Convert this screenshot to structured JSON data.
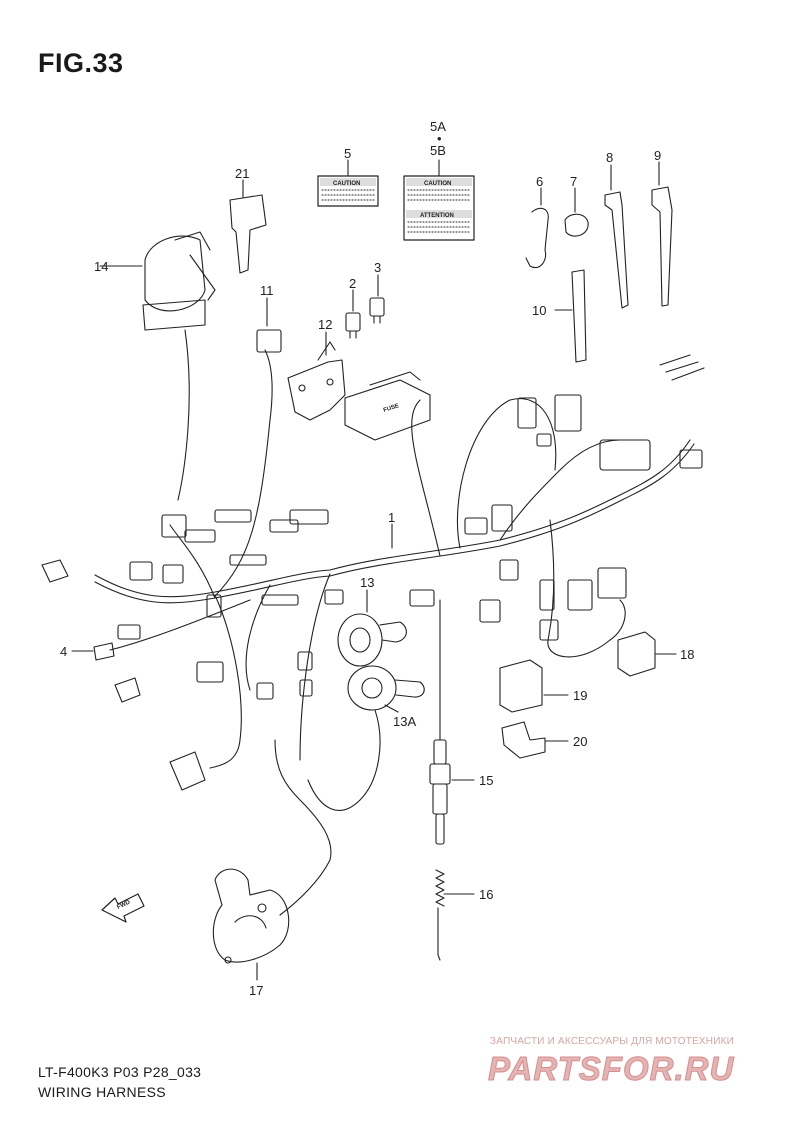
{
  "figure": {
    "title": "FIG.33",
    "model_code": "LT-F400K3 P03 P28_033",
    "subtitle": "WIRING HARNESS"
  },
  "labels": {
    "caution": "CAUTION",
    "attention": "ATTENTION",
    "fuse": "FUSE",
    "fwd": "FWD"
  },
  "callouts": [
    "1",
    "2",
    "3",
    "4",
    "5",
    "5A",
    "5B",
    "6",
    "7",
    "8",
    "9",
    "10",
    "11",
    "12",
    "13",
    "13A",
    "14",
    "15",
    "16",
    "17",
    "18",
    "19",
    "20",
    "21"
  ],
  "watermark": {
    "tagline": "ЗАПЧАСТИ И АКСЕССУАРЫ ДЛЯ МОТОТЕХНИКИ",
    "logo": "PARTSFOR.RU"
  },
  "colors": {
    "line": "#222222",
    "watermark": "#e6b3b3"
  }
}
